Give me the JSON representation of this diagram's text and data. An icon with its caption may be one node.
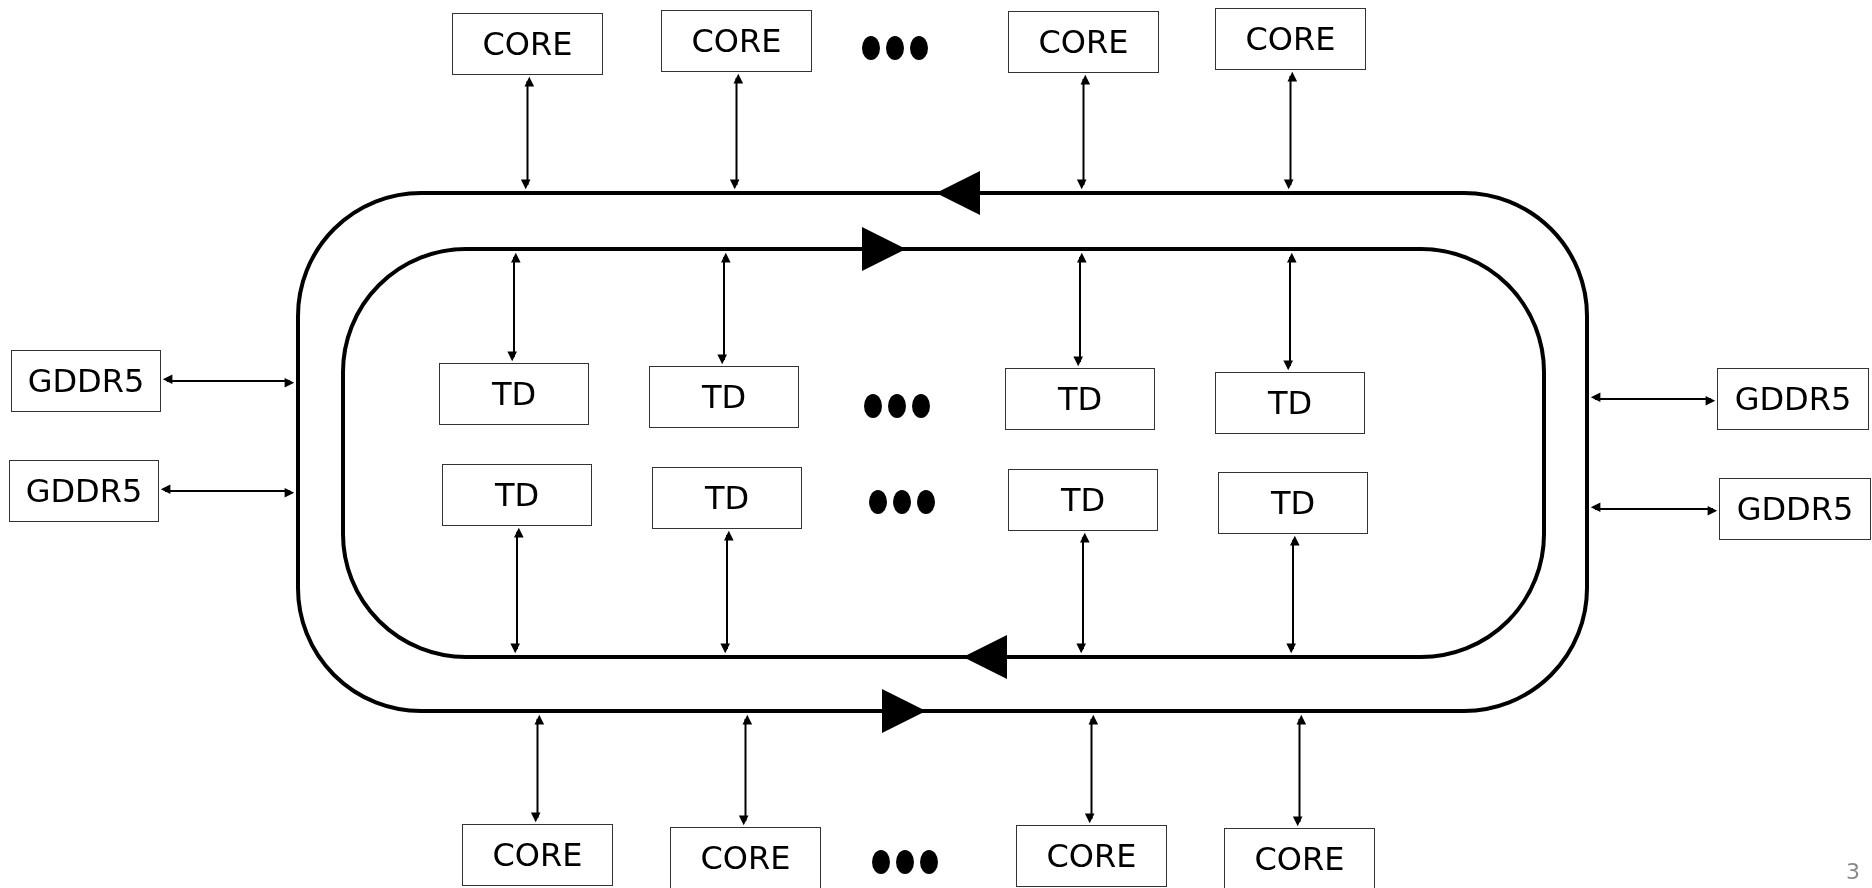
{
  "diagram": {
    "nodes": [
      {
        "text": [
          "CORE"
        ]
      },
      {
        "text": [
          "CORE"
        ]
      },
      {
        "text": [
          "CORE"
        ]
      },
      {
        "text": [
          "CORE"
        ]
      },
      {
        "text": [],
        "shape": "box"
      },
      {
        "text": [],
        "shape": "box",
        "in": 4
      },
      {
        "text": [
          "GDDR5"
        ]
      },
      {
        "text": [
          "TD"
        ],
        "in": 5
      },
      {
        "text": [
          "TD"
        ],
        "in": 5
      },
      {
        "text": [
          "TD"
        ],
        "in": 5
      },
      {
        "text": [
          "TD"
        ],
        "in": 5
      },
      {
        "text": [
          "GDDR5"
        ]
      },
      {
        "text": [
          "GDDR5"
        ]
      },
      {
        "text": [
          "TD"
        ],
        "in": 5
      },
      {
        "text": [
          "TD"
        ],
        "in": 5
      },
      {
        "text": [
          "TD"
        ],
        "in": 5
      },
      {
        "text": [
          "TD"
        ],
        "in": 5
      },
      {
        "text": [
          "GDDR5"
        ]
      },
      {
        "text": [
          "CORE"
        ]
      },
      {
        "text": [
          "CORE"
        ]
      },
      {
        "text": [
          "CORE"
        ]
      },
      {
        "text": [
          "CORE"
        ]
      }
    ],
    "edges": [
      {
        "from": 0,
        "to": 4,
        "arrow": "both"
      },
      {
        "from": 1,
        "to": 4,
        "arrow": "both"
      },
      {
        "from": 2,
        "to": 4,
        "arrow": "both"
      },
      {
        "from": 3,
        "to": 4,
        "arrow": "both"
      },
      {
        "from": 7,
        "to": 5,
        "arrow": "both"
      },
      {
        "from": 8,
        "to": 5,
        "arrow": "both"
      },
      {
        "from": 9,
        "to": 5,
        "arrow": "both"
      },
      {
        "from": 10,
        "to": 5,
        "arrow": "both"
      },
      {
        "from": 6,
        "to": 4,
        "arrow": "both"
      },
      {
        "from": 12,
        "to": 4,
        "arrow": "both"
      },
      {
        "from": 11,
        "to": 4,
        "arrow": "both"
      },
      {
        "from": 17,
        "to": 4,
        "arrow": "both"
      },
      {
        "from": 13,
        "to": 5,
        "arrow": "both"
      },
      {
        "from": 14,
        "to": 5,
        "arrow": "both"
      },
      {
        "from": 15,
        "to": 5,
        "arrow": "both"
      },
      {
        "from": 16,
        "to": 5,
        "arrow": "both"
      },
      {
        "from": 18,
        "to": 4,
        "arrow": "both"
      },
      {
        "from": 19,
        "to": 4,
        "arrow": "both"
      },
      {
        "from": 20,
        "to": 4,
        "arrow": "both"
      },
      {
        "from": 21,
        "to": 4,
        "arrow": "both"
      }
    ],
    "labels": [
      "3"
    ]
  }
}
